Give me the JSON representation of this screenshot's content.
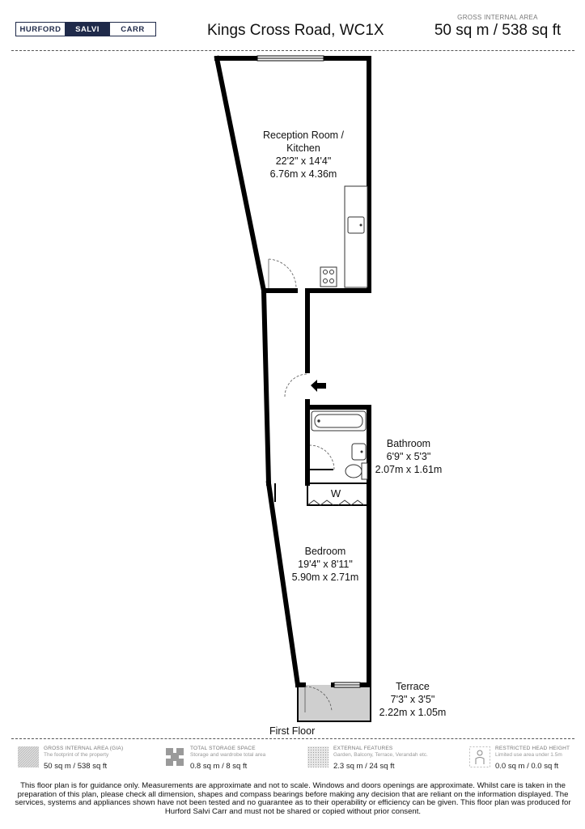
{
  "header": {
    "logo": [
      "HURFORD",
      "SALVI",
      "CARR"
    ],
    "address": "Kings Cross Road, WC1X",
    "gia_label": "GROSS INTERNAL AREA",
    "gia_value": "50 sq m / 538 sq ft"
  },
  "rooms": {
    "reception": {
      "name": "Reception Room / Kitchen",
      "name1": "Reception Room /",
      "name2": "Kitchen",
      "imperial": "22'2\" x 14'4\"",
      "metric": "6.76m x 4.36m"
    },
    "bathroom": {
      "name": "Bathroom",
      "imperial": "6'9\" x 5'3\"",
      "metric": "2.07m x 1.61m"
    },
    "bedroom": {
      "name": "Bedroom",
      "imperial": "19'4\" x 8'11\"",
      "metric": "5.90m x 2.71m"
    },
    "terrace": {
      "name": "Terrace",
      "imperial": "7'3\" x 3'5\"",
      "metric": "2.22m x 1.05m"
    },
    "wardrobe_label": "W"
  },
  "floor_label": "First Floor",
  "legend": [
    {
      "title": "GROSS INTERNAL AREA (GIA)",
      "desc": "The footprint of the property",
      "value": "50 sq m / 538 sq ft"
    },
    {
      "title": "TOTAL STORAGE SPACE",
      "desc": "Storage and wardrobe total area",
      "value": "0.8 sq m / 8 sq ft"
    },
    {
      "title": "EXTERNAL FEATURES",
      "desc": "Garden, Balcony, Terrace, Verandah etc.",
      "value": "2.3 sq m / 24 sq ft"
    },
    {
      "title": "RESTRICTED HEAD HEIGHT",
      "desc": "Limited use area under 1.5m",
      "value": "0.0 sq m / 0.0 sq ft"
    }
  ],
  "disclaimer": "This floor plan is for guidance only. Measurements are approximate and not to scale. Windows and doors openings are approximate. Whilst care is taken in the preparation of this plan, please check all dimension, shapes and compass bearings before making any decision that are reliant on the information displayed. The services, systems and appliances shown have not been tested and no guarantee as to their operability or efficiency can be given. This floor plan was produced for Hurford Salvi Carr and must not be shared or copied without prior consent.",
  "colors": {
    "wall": "#000000",
    "brand": "#1f2a4a",
    "terrace_fill": "#cfcfcf"
  }
}
